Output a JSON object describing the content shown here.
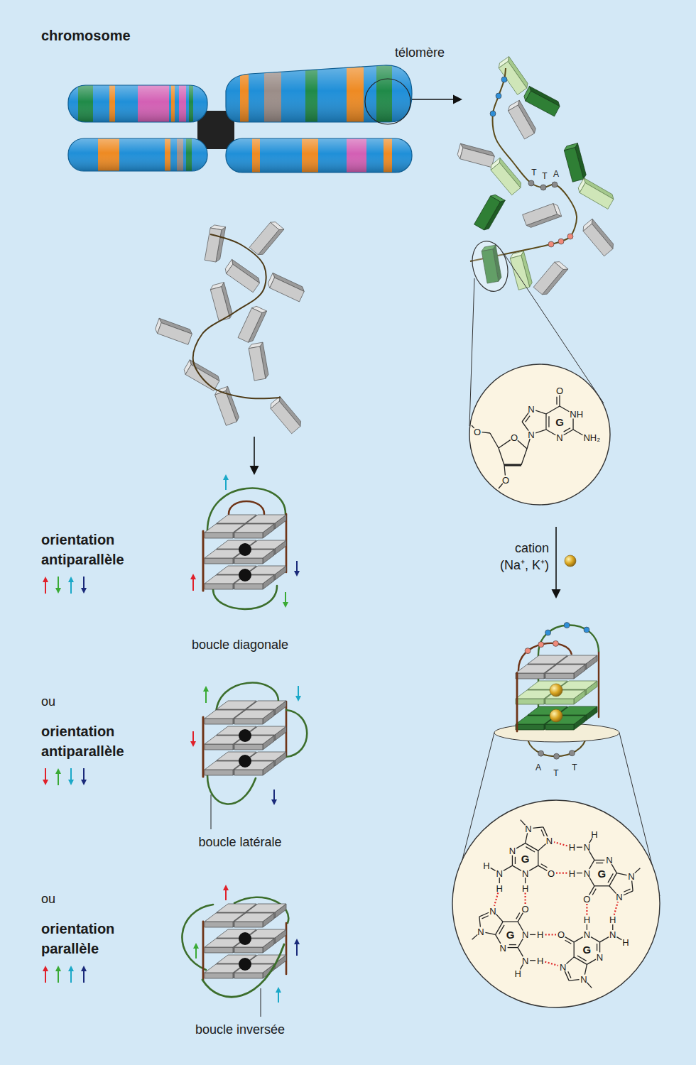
{
  "diagram": {
    "nodes": [
      {
        "text": [
          "O",
          "NH",
          "NH₂",
          "N",
          "N",
          "N",
          "G",
          "O",
          "O",
          "O"
        ]
      },
      {
        "text": [
          "G",
          "N",
          "H",
          "N",
          "N",
          "N",
          "O",
          "N",
          "H",
          "H",
          "G",
          "N",
          "H",
          "N",
          "N",
          "N",
          "O",
          "N",
          "H",
          "H",
          "G",
          "N",
          "H",
          "N",
          "N",
          "N",
          "O",
          "N",
          "H",
          "H",
          "G",
          "N",
          "H",
          "N",
          "N",
          "N",
          "O",
          "N",
          "H",
          "H"
        ]
      }
    ],
    "labels": [
      "chromosome",
      "télomère",
      "T",
      "T",
      "A",
      "orientation antiparallèle",
      "boucle diagonale",
      "cation",
      "(Na⁺, K⁺)",
      "ou",
      "orientation antiparallèle",
      "A",
      "T",
      "T",
      "boucle latérale",
      "ou",
      "orientation parallèle",
      "boucle inversée"
    ]
  }
}
